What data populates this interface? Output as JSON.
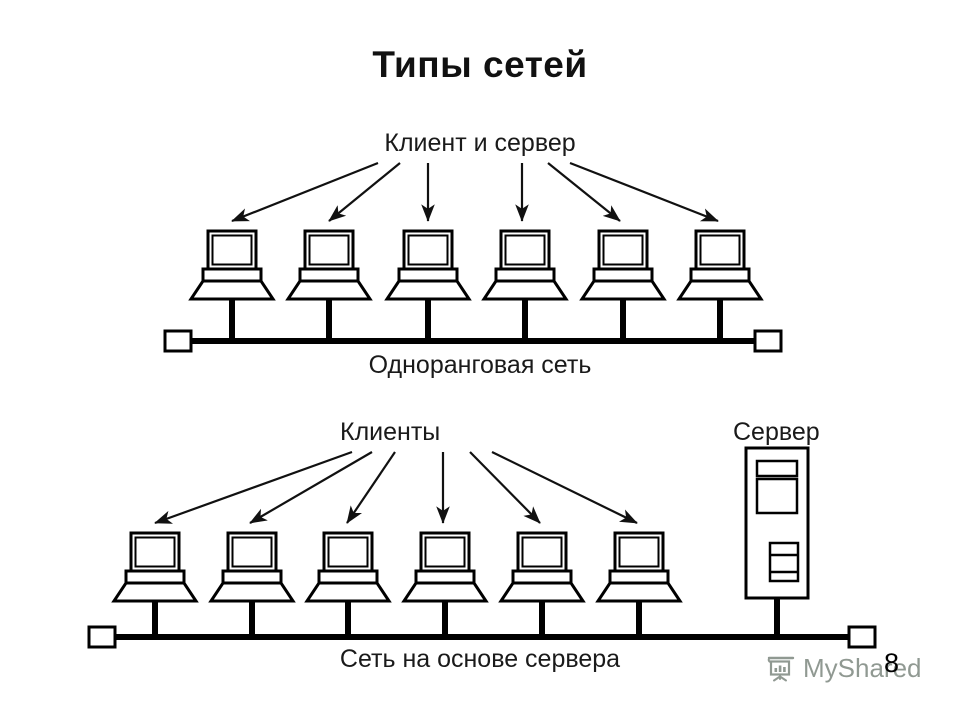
{
  "slide": {
    "title": "Типы сетей",
    "page_number": "8",
    "background_color": "#ffffff",
    "ink_color": "#000000"
  },
  "diagrams": [
    {
      "id": "peer-to-peer",
      "source_label": "Клиент и сервер",
      "bus_label": "Одноранговая сеть",
      "node_count": 6,
      "node_type": "computer",
      "has_server": false,
      "arrow_count": 6
    },
    {
      "id": "server-based",
      "source_label": "Клиенты",
      "server_label": "Сервер",
      "bus_label": "Сеть на основе сервера",
      "node_count": 6,
      "node_type": "computer",
      "has_server": true,
      "arrow_count": 6
    }
  ],
  "watermark": {
    "text": "MyShared",
    "icon": "presentation-chart-icon",
    "color": "#4d5b50"
  }
}
